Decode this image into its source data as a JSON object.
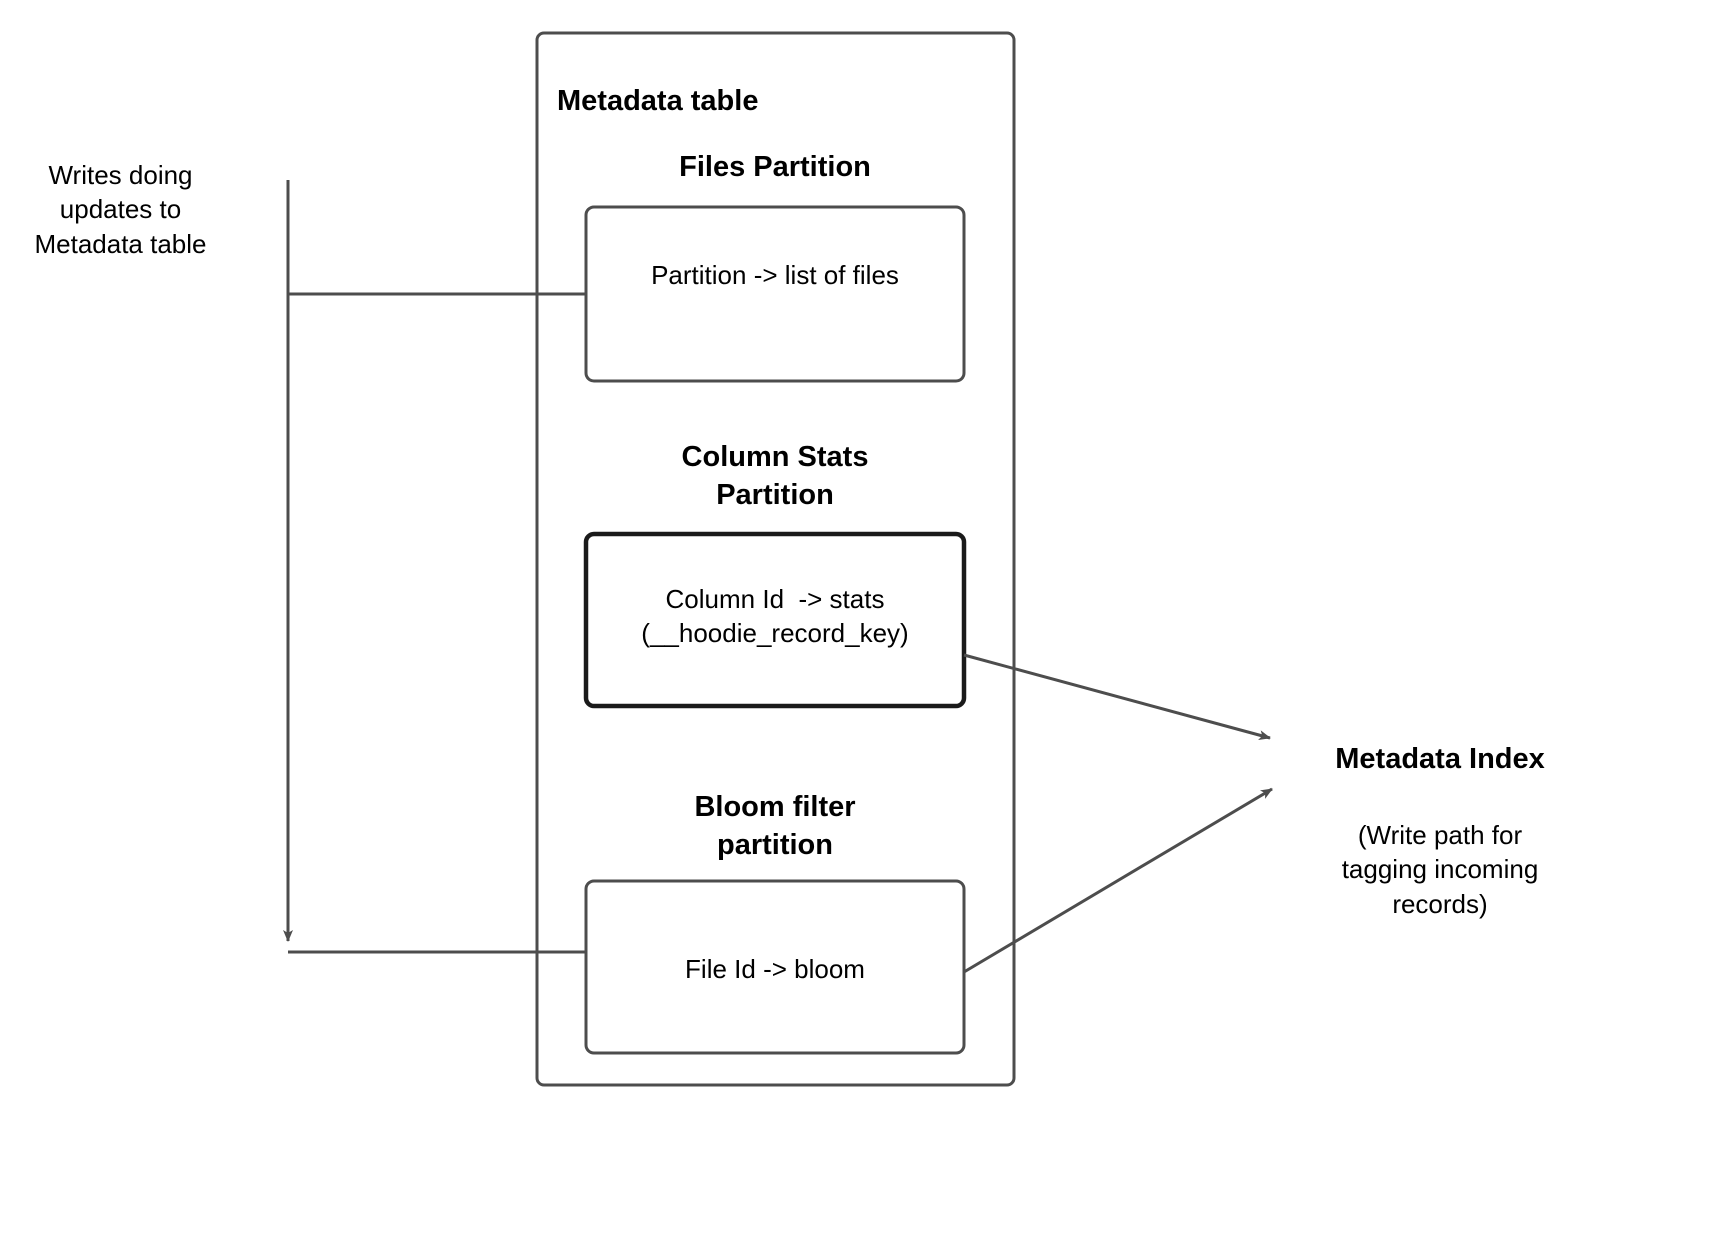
{
  "diagram": {
    "type": "flow-diagram",
    "title_visible": false,
    "colors": {
      "stroke": "#4d4d4d",
      "stroke_strong": "#1a1a1a",
      "arrow_fill": "#4d4d4d",
      "background": "#ffffff",
      "text": "#000000"
    },
    "left_note": {
      "lines": [
        "Writes doing",
        "updates to",
        "Metadata table"
      ],
      "text": "Writes doing\nupdates to\nMetadata table"
    },
    "metadata_table": {
      "title": "Metadata table",
      "sections": [
        {
          "heading": "Files Partition",
          "heading_lines": [
            "Files Partition"
          ],
          "box_text": "Partition -> list of files",
          "box_lines": [
            "Partition -> list of files"
          ],
          "emphasis": false
        },
        {
          "heading": "Column Stats\nPartition",
          "heading_lines": [
            "Column Stats",
            "Partition"
          ],
          "box_text": "Column Id  -> stats\n(__hoodie_record_key)",
          "box_lines": [
            "Column Id  -> stats",
            "(__hoodie_record_key)"
          ],
          "emphasis": true
        },
        {
          "heading": "Bloom filter\npartition",
          "heading_lines": [
            "Bloom filter",
            "partition"
          ],
          "box_text": "File Id -> bloom",
          "box_lines": [
            "File Id -> bloom"
          ],
          "emphasis": false
        }
      ]
    },
    "right_node": {
      "title": "Metadata Index",
      "caption": "(Write path for\ntagging incoming\nrecords)",
      "caption_lines": [
        "(Write path for",
        "tagging incoming",
        "records)"
      ]
    },
    "edges": [
      {
        "name": "writes-to-files-partition",
        "from": "writes-note-trunk",
        "to": "files-partition-box",
        "arrowhead": false
      },
      {
        "name": "writes-trunk-down",
        "from": "writes-note-trunk-top",
        "to": "writes-note-trunk-bottom",
        "arrowhead": true
      },
      {
        "name": "writes-to-bloom-partition",
        "from": "writes-note-trunk-bottom",
        "to": "bloom-filter-box",
        "arrowhead": false
      },
      {
        "name": "column-stats-to-metadata-index",
        "from": "column-stats-box",
        "to": "metadata-index",
        "arrowhead": true
      },
      {
        "name": "bloom-filter-to-metadata-index",
        "from": "bloom-filter-box",
        "to": "metadata-index",
        "arrowhead": true
      }
    ]
  }
}
